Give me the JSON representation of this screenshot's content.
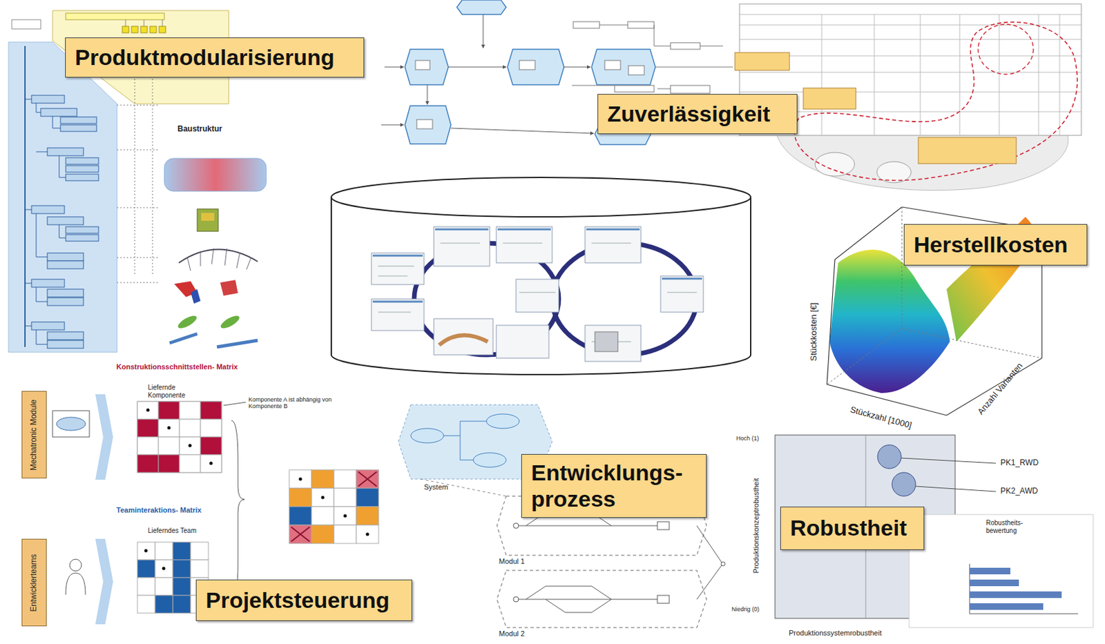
{
  "diagram": {
    "nodes": [
      {
        "text": [
          "Produktmodularisierung"
        ]
      },
      {
        "text": [
          "Zuverlässigkeit"
        ]
      },
      {
        "text": [
          "Herstellkosten"
        ]
      },
      {
        "text": [
          "Mechatronic Module"
        ]
      },
      {
        "text": [
          "Entwicklungs- prozess"
        ]
      },
      {
        "text": [
          "Robustheit"
        ]
      },
      {
        "text": [
          "Entwicklerteams"
        ]
      },
      {
        "text": [
          "Projektsteuerung"
        ]
      }
    ],
    "labels": [
      "Baustruktur",
      "Konstruktionsschnittstellen- Matrix",
      "Liefernde Komponente",
      "Komponente A ist abhängig von Komponente B",
      "Teaminteraktions- Matrix",
      "Lieferndes Team",
      "Stückkosten [€]",
      "Stückzahl [1000]",
      "Anzahl Varianten",
      "PK1_RWD",
      "PK2_AWD",
      "Hoch (1)",
      "Niedrig (0)",
      "Produktionskonzeptrobustheit",
      "Produktionssystemrobustheit",
      "Robustheits- bewertung",
      "System",
      "Modul 1",
      "Modul 2"
    ]
  }
}
